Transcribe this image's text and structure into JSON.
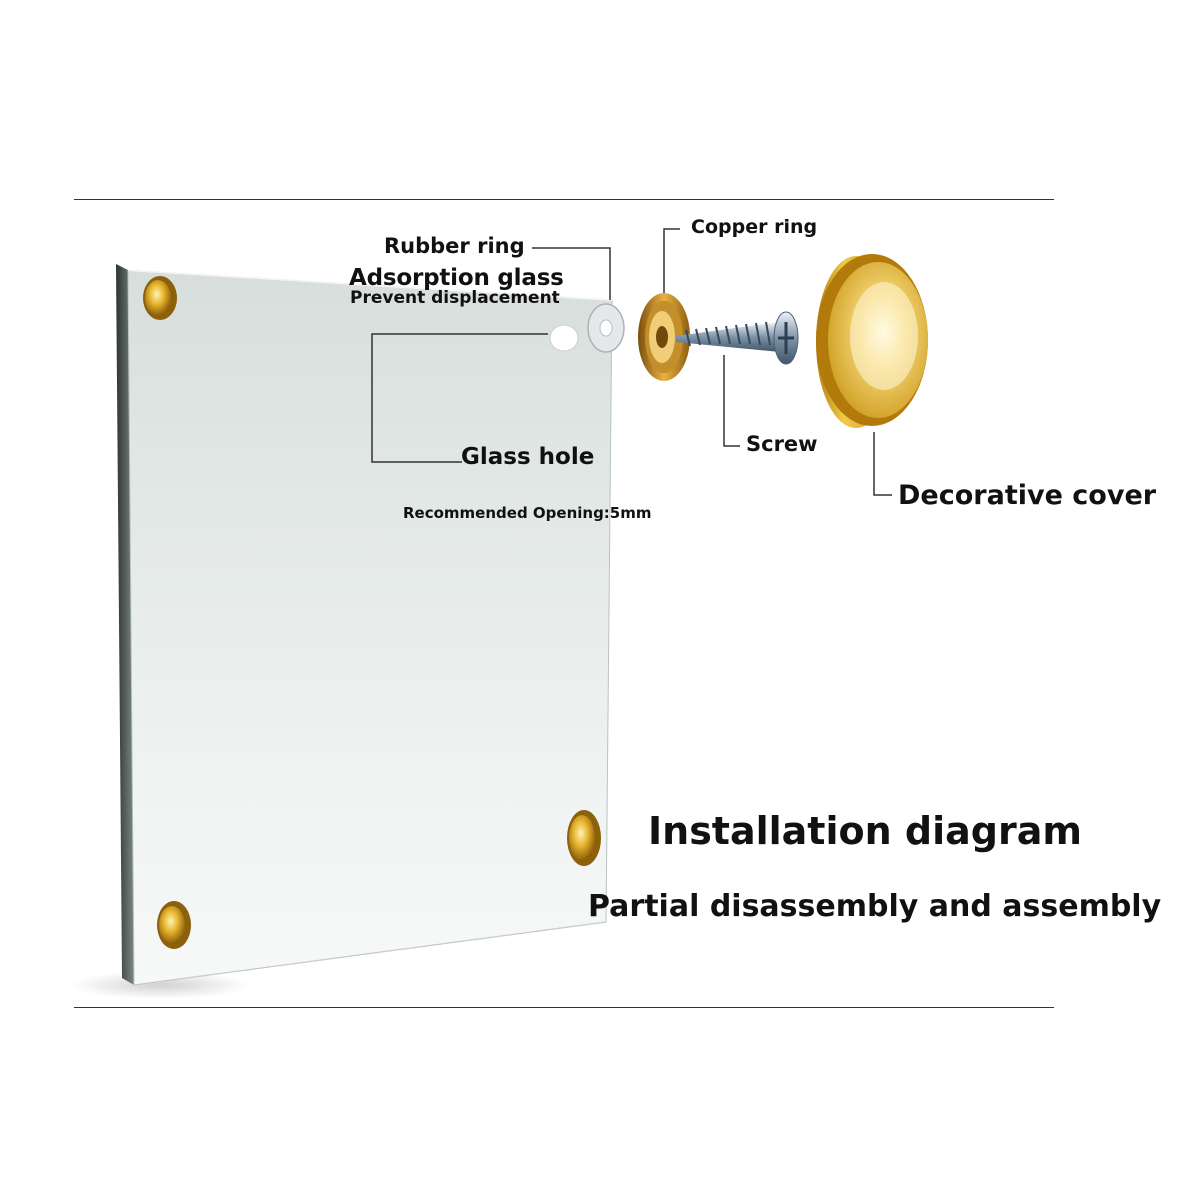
{
  "labels": {
    "rubber_ring": "Rubber ring",
    "adsorption_glass": "Adsorption glass",
    "prevent_displacement": "Prevent displacement",
    "copper_ring": "Copper ring",
    "screw": "Screw",
    "decorative_cover": "Decorative cover",
    "glass_hole": "Glass hole",
    "recommended_opening": "Recommended Opening:5mm"
  },
  "title": "Installation diagram",
  "subtitle": "Partial disassembly and assembly",
  "colors": {
    "gold": "#d9a51e",
    "gold_light": "#f6df88",
    "glass": "#dfe5e3",
    "glass_edge": "#4a5450",
    "leader_line": "#333333"
  },
  "icons": [
    "glass-panel",
    "gold-cap-icon",
    "rubber-ring-icon",
    "copper-ring-icon",
    "screw-icon",
    "decorative-cover-icon"
  ]
}
